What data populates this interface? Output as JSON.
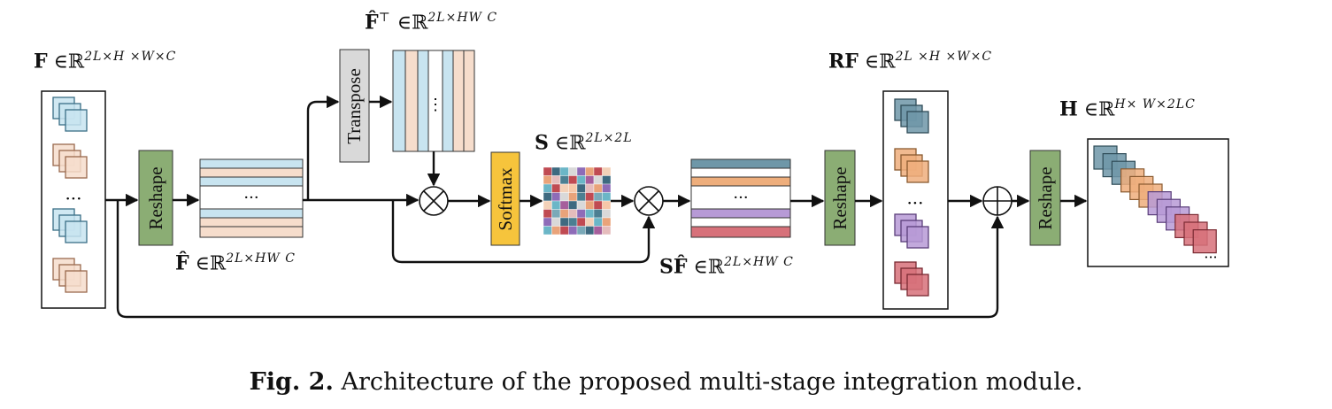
{
  "labels": {
    "F": "F",
    "F_sup": "2L×H ×W×C",
    "Fhat": "F̂",
    "Fhat_sup": "2L×HW C",
    "FhatT": "F̂",
    "FhatT_T": "⊤",
    "FhatT_sup": "2L×HW C",
    "S": "S",
    "S_sup": "2L×2L",
    "SF": "SF̂",
    "SF_sup": "2L×HW C",
    "RF": "RF",
    "RF_sup": "2L ×H ×W×C",
    "H": "H",
    "H_sup": "H× W×2LC",
    "in_symbol": "∈",
    "reals": "ℝ"
  },
  "blocks": {
    "reshape1": "Reshape",
    "transpose": "Transpose",
    "softmax": "Softmax",
    "reshape2": "Reshape",
    "reshape3": "Reshape"
  },
  "dots": "···",
  "vdots": "⋮",
  "operators": {
    "multiply": "⊗",
    "add": "⊕"
  },
  "caption": {
    "prefix": "Fig. 2.",
    "text": " Architecture of the proposed multi-stage integration module."
  },
  "colors": {
    "blue_light": "#c8e4f0",
    "blue_edge": "#3a6e86",
    "peach_light": "#f6ddcc",
    "peach_edge": "#9a6a4e",
    "slate": "#6e97a8",
    "orange": "#eeae7c",
    "purple": "#b79ad6",
    "red": "#d7717a",
    "green_block": "#8bad74",
    "gray_block": "#d9d9d9",
    "yellow_block": "#f6c43c"
  }
}
